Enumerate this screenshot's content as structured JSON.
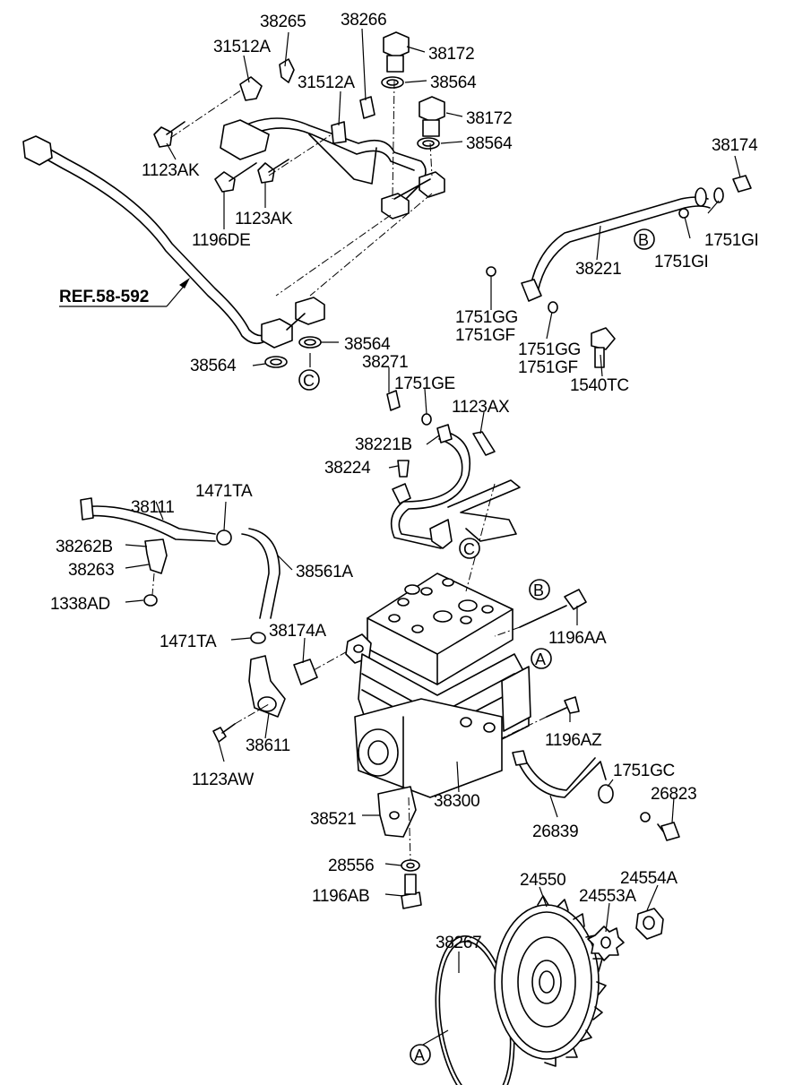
{
  "diagram": {
    "callouts": {
      "p38265": "38265",
      "p38266": "38266",
      "p31512A_1": "31512A",
      "p31512A_2": "31512A",
      "p38172_1": "38172",
      "p38564_1": "38564",
      "p38172_2": "38172",
      "p38564_2": "38564",
      "p1123AK_1": "1123AK",
      "p1123AK_2": "1123AK",
      "p1196DE": "1196DE",
      "p38174": "38174",
      "p1751GI_1": "1751GI",
      "p1751GI_2": "1751GI",
      "p38221": "38221",
      "p1751GG_1": "1751GG",
      "p1751GF_1": "1751GF",
      "p1751GG_2": "1751GG",
      "p1751GF_2": "1751GF",
      "p1540TC": "1540TC",
      "p38564_3": "38564",
      "p38564_4": "38564",
      "p38271": "38271",
      "p1751GE": "1751GE",
      "p1123AX": "1123AX",
      "p38221B": "38221B",
      "p38224": "38224",
      "p38111": "38111",
      "p1471TA_1": "1471TA",
      "p38262B": "38262B",
      "p38263": "38263",
      "p1338AD": "1338AD",
      "p38561A": "38561A",
      "p1471TA_2": "1471TA",
      "p38174A": "38174A",
      "p1196AA": "1196AA",
      "p38611": "38611",
      "p1123AW": "1123AW",
      "p1196AZ": "1196AZ",
      "p1751GC": "1751GC",
      "p26823": "26823",
      "p38300": "38300",
      "p38521": "38521",
      "p26839": "26839",
      "p28556": "28556",
      "p1196AB": "1196AB",
      "p24550": "24550",
      "p24554A": "24554A",
      "p24553A": "24553A",
      "p38267": "38267"
    },
    "reference": "REF.58-592",
    "markers": {
      "b1": "B",
      "c1": "C",
      "c2": "C",
      "b2": "B",
      "a1": "A",
      "a2": "A"
    }
  }
}
